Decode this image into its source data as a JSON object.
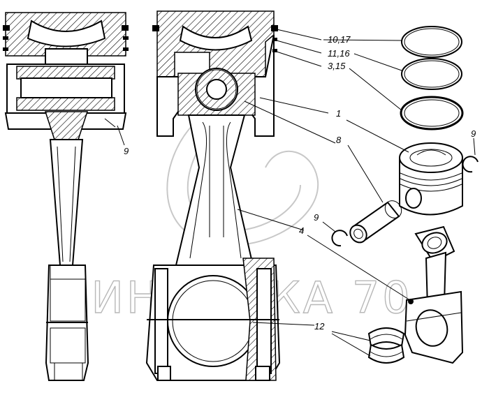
{
  "watermark": "ДИНАМИКА 70",
  "labels": [
    {
      "id": "ring-top",
      "text": "10,17"
    },
    {
      "id": "ring-mid",
      "text": "11,16"
    },
    {
      "id": "ring-oil",
      "text": "3,15"
    },
    {
      "id": "piston",
      "text": "1"
    },
    {
      "id": "pin",
      "text": "8"
    },
    {
      "id": "circlip-right",
      "text": "9"
    },
    {
      "id": "circlip-mid",
      "text": "9"
    },
    {
      "id": "circlip-left",
      "text": "9"
    },
    {
      "id": "rod",
      "text": "4"
    },
    {
      "id": "bearing",
      "text": "12"
    }
  ]
}
